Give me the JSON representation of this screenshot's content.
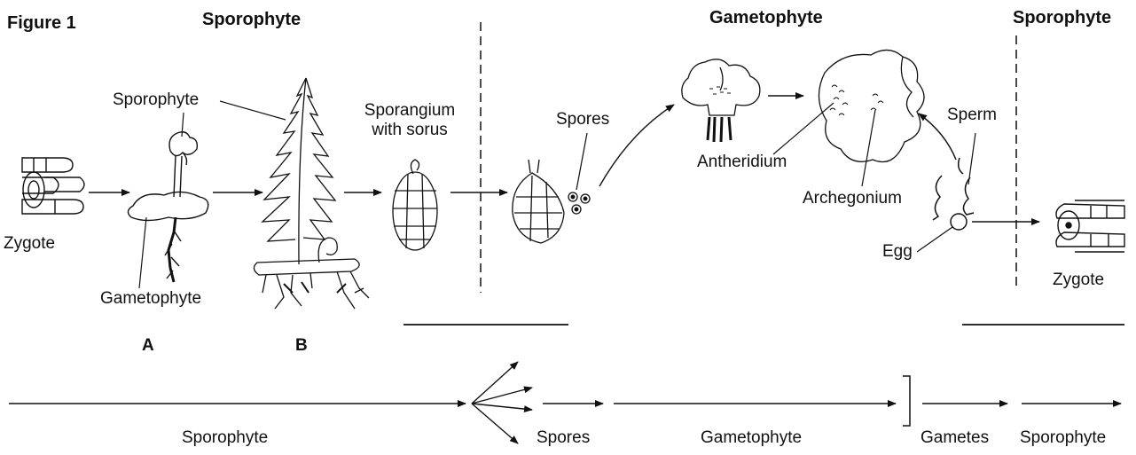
{
  "figure_label": "Figure 1",
  "phases": {
    "sporophyte_left": "Sporophyte",
    "gametophyte": "Gametophyte",
    "sporophyte_right": "Sporophyte"
  },
  "labels": {
    "zygote_left": "Zygote",
    "sporophyte_young": "Sporophyte",
    "gametophyte_a": "Gametophyte",
    "panel_a": "A",
    "panel_b": "B",
    "sporangium_line1": "Sporangium",
    "sporangium_line2": "with sorus",
    "spores": "Spores",
    "antheridium": "Antheridium",
    "archegonium": "Archegonium",
    "sperm": "Sperm",
    "egg": "Egg",
    "zygote_right": "Zygote"
  },
  "flow": [
    "Sporophyte",
    "Spores",
    "Gametophyte",
    "Gametes",
    "Sporophyte"
  ],
  "colors": {
    "ink": "#111111",
    "background": "#ffffff"
  }
}
